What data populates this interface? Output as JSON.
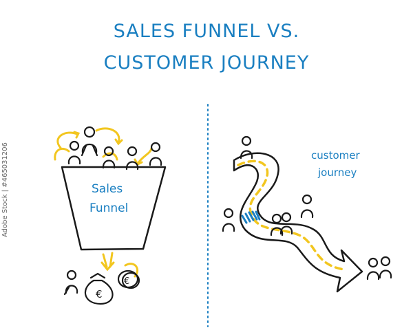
{
  "header": {
    "title_line1": "SALES FUNNEL VS.",
    "title_line2": "CUSTOMER JOURNEY"
  },
  "funnel": {
    "label_line1": "Sales",
    "label_line2": "Funnel"
  },
  "journey": {
    "label_line1": "customer",
    "label_line2": "journey"
  },
  "side_text": "Adobe Stock | #465031206",
  "icons": {
    "funnel": "funnel-icon",
    "person": "person-icon",
    "money_bag": "money-bag-icon",
    "road": "road-arrow-icon",
    "divider": "dotted-divider"
  },
  "colors": {
    "blue": "#1a7fc1",
    "yellow": "#f2c61f",
    "ink": "#1a1a1a"
  }
}
